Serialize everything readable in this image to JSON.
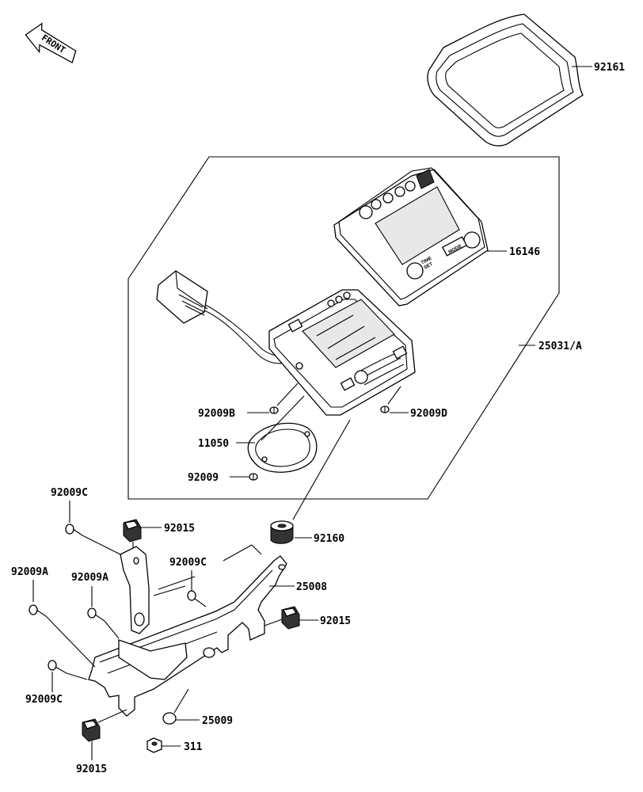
{
  "front_arrow": {
    "text": "FRONT",
    "icon": "front-arrow-icon"
  },
  "callouts": {
    "p92161": "92161",
    "p16146": "16146",
    "p25031a": "25031/A",
    "p92009b": "92009B",
    "p92009d": "92009D",
    "p11050": "11050",
    "p92009": "92009",
    "p92009c_top": "92009C",
    "p92015_top": "92015",
    "p92160": "92160",
    "p92009c_mid": "92009C",
    "p92009a_left": "92009A",
    "p92009a_mid": "92009A",
    "p25008": "25008",
    "p92015_right": "92015",
    "p92009c_bottom": "92009C",
    "p25009": "25009",
    "p311": "311",
    "p92015_bottom": "92015"
  },
  "meter_face_text": {
    "mode_button": "MODE",
    "time_set_line1": "TIME",
    "time_set_line2": "SET"
  },
  "colors": {
    "line": "#000000",
    "background": "#ffffff"
  }
}
